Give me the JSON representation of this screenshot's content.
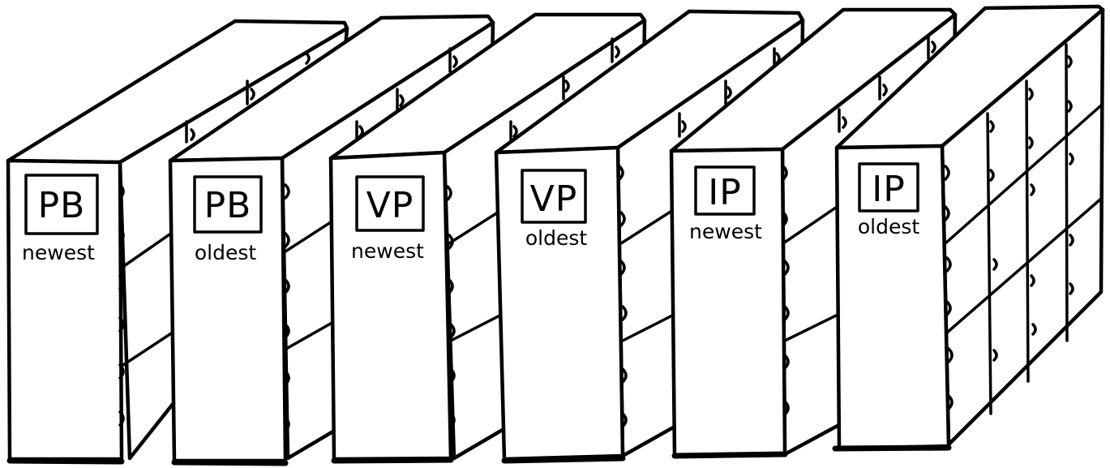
{
  "shelves": [
    {
      "code": "PB",
      "label": "newest"
    },
    {
      "code": "PB",
      "label": "oldest"
    },
    {
      "code": "VP",
      "label": "newest"
    },
    {
      "code": "VP",
      "label": "oldest"
    },
    {
      "code": "IP",
      "label": "newest"
    },
    {
      "code": "IP",
      "label": "oldest"
    }
  ]
}
